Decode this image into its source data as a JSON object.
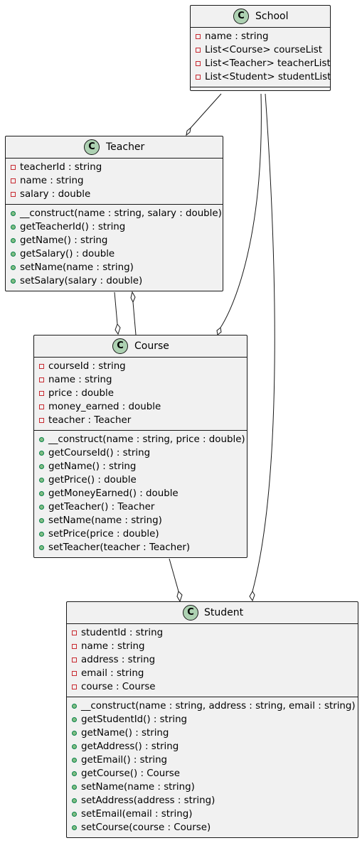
{
  "classes": {
    "school": {
      "name": "School",
      "stereotype": "C",
      "fields": [
        {
          "vis": "private",
          "text": "name : string"
        },
        {
          "vis": "private",
          "text": "List<Course> courseList"
        },
        {
          "vis": "private",
          "text": "List<Teacher> teacherList"
        },
        {
          "vis": "private",
          "text": "List<Student> studentList"
        }
      ],
      "methods": []
    },
    "teacher": {
      "name": "Teacher",
      "stereotype": "C",
      "fields": [
        {
          "vis": "private",
          "text": "teacherId : string"
        },
        {
          "vis": "private",
          "text": "name : string"
        },
        {
          "vis": "private",
          "text": "salary : double"
        }
      ],
      "methods": [
        {
          "vis": "public",
          "text": "__construct(name : string, salary : double)"
        },
        {
          "vis": "public",
          "text": "getTeacherId() : string"
        },
        {
          "vis": "public",
          "text": "getName() : string"
        },
        {
          "vis": "public",
          "text": "getSalary() : double"
        },
        {
          "vis": "public",
          "text": "setName(name : string)"
        },
        {
          "vis": "public",
          "text": "setSalary(salary : double)"
        }
      ]
    },
    "course": {
      "name": "Course",
      "stereotype": "C",
      "fields": [
        {
          "vis": "private",
          "text": "courseId : string"
        },
        {
          "vis": "private",
          "text": "name : string"
        },
        {
          "vis": "private",
          "text": "price : double"
        },
        {
          "vis": "private",
          "text": "money_earned : double"
        },
        {
          "vis": "private",
          "text": "teacher : Teacher"
        }
      ],
      "methods": [
        {
          "vis": "public",
          "text": "__construct(name : string, price : double)"
        },
        {
          "vis": "public",
          "text": "getCourseId() : string"
        },
        {
          "vis": "public",
          "text": "getName() : string"
        },
        {
          "vis": "public",
          "text": "getPrice() : double"
        },
        {
          "vis": "public",
          "text": "getMoneyEarned() : double"
        },
        {
          "vis": "public",
          "text": "getTeacher() : Teacher"
        },
        {
          "vis": "public",
          "text": "setName(name : string)"
        },
        {
          "vis": "public",
          "text": "setPrice(price : double)"
        },
        {
          "vis": "public",
          "text": "setTeacher(teacher : Teacher)"
        }
      ]
    },
    "student": {
      "name": "Student",
      "stereotype": "C",
      "fields": [
        {
          "vis": "private",
          "text": "studentId : string"
        },
        {
          "vis": "private",
          "text": "name : string"
        },
        {
          "vis": "private",
          "text": "address : string"
        },
        {
          "vis": "private",
          "text": "email : string"
        },
        {
          "vis": "private",
          "text": "course : Course"
        }
      ],
      "methods": [
        {
          "vis": "public",
          "text": "__construct(name : string, address : string, email : string)"
        },
        {
          "vis": "public",
          "text": "getStudentId() : string"
        },
        {
          "vis": "public",
          "text": "getName() : string"
        },
        {
          "vis": "public",
          "text": "getAddress() : string"
        },
        {
          "vis": "public",
          "text": "getEmail() : string"
        },
        {
          "vis": "public",
          "text": "getCourse() : Course"
        },
        {
          "vis": "public",
          "text": "setName(name : string)"
        },
        {
          "vis": "public",
          "text": "setAddress(address : string)"
        },
        {
          "vis": "public",
          "text": "setEmail(email : string)"
        },
        {
          "vis": "public",
          "text": "setCourse(course : Course)"
        }
      ]
    }
  },
  "relations": [
    {
      "from": "school",
      "to": "teacher",
      "type": "aggregation"
    },
    {
      "from": "school",
      "to": "course",
      "type": "aggregation"
    },
    {
      "from": "school",
      "to": "student",
      "type": "aggregation"
    },
    {
      "from": "teacher",
      "to": "course",
      "type": "aggregation"
    },
    {
      "from": "course",
      "to": "teacher",
      "type": "aggregation"
    },
    {
      "from": "course",
      "to": "student",
      "type": "aggregation"
    }
  ],
  "colors": {
    "class_fill": "#f1f1f1",
    "border": "#181818",
    "class_icon": "#add1b2",
    "private_marker": "#c82930",
    "public_marker_fill": "#84be84",
    "public_marker_border": "#038048"
  }
}
